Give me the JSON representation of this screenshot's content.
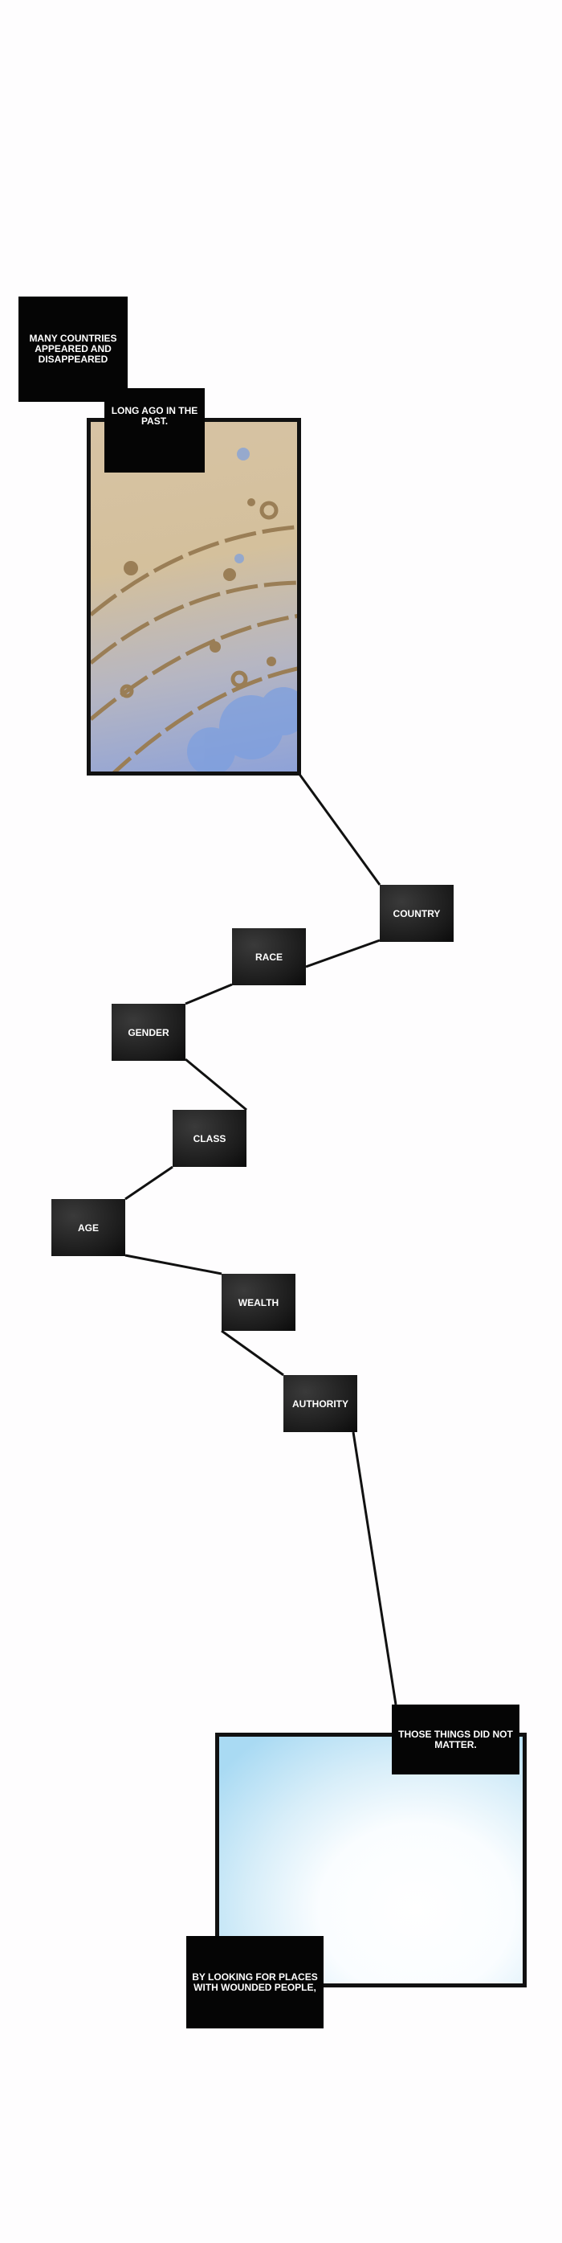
{
  "captions": {
    "c1": "Many countries appeared and disappeared",
    "c2": "Long ago in the past.",
    "c3": "Those things did not matter.",
    "c4": "By looking for places with wounded people,"
  },
  "nodes": [
    "Country",
    "Race",
    "Gender",
    "Class",
    "Age",
    "Wealth",
    "Authority"
  ]
}
